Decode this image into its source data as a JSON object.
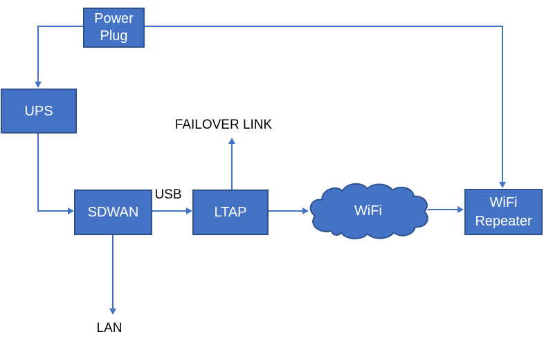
{
  "diagram": {
    "nodes": {
      "power_plug": {
        "line1": "Power",
        "line2": "Plug"
      },
      "ups": {
        "label": "UPS"
      },
      "sdwan": {
        "label": "SDWAN"
      },
      "ltap": {
        "label": "LTAP"
      },
      "wifi_cloud": {
        "label": "WiFi"
      },
      "wifi_repeater": {
        "line1": "WiFi",
        "line2": "Repeater"
      }
    },
    "edge_labels": {
      "usb": "USB",
      "failover": "FAILOVER LINK",
      "lan": "LAN"
    },
    "colors": {
      "node_fill": "#4472C4",
      "node_border": "#2F528F",
      "connector": "#4472C4",
      "label_text": "#000000",
      "node_text": "#FFFFFF",
      "background": "#FFFFFF"
    }
  }
}
